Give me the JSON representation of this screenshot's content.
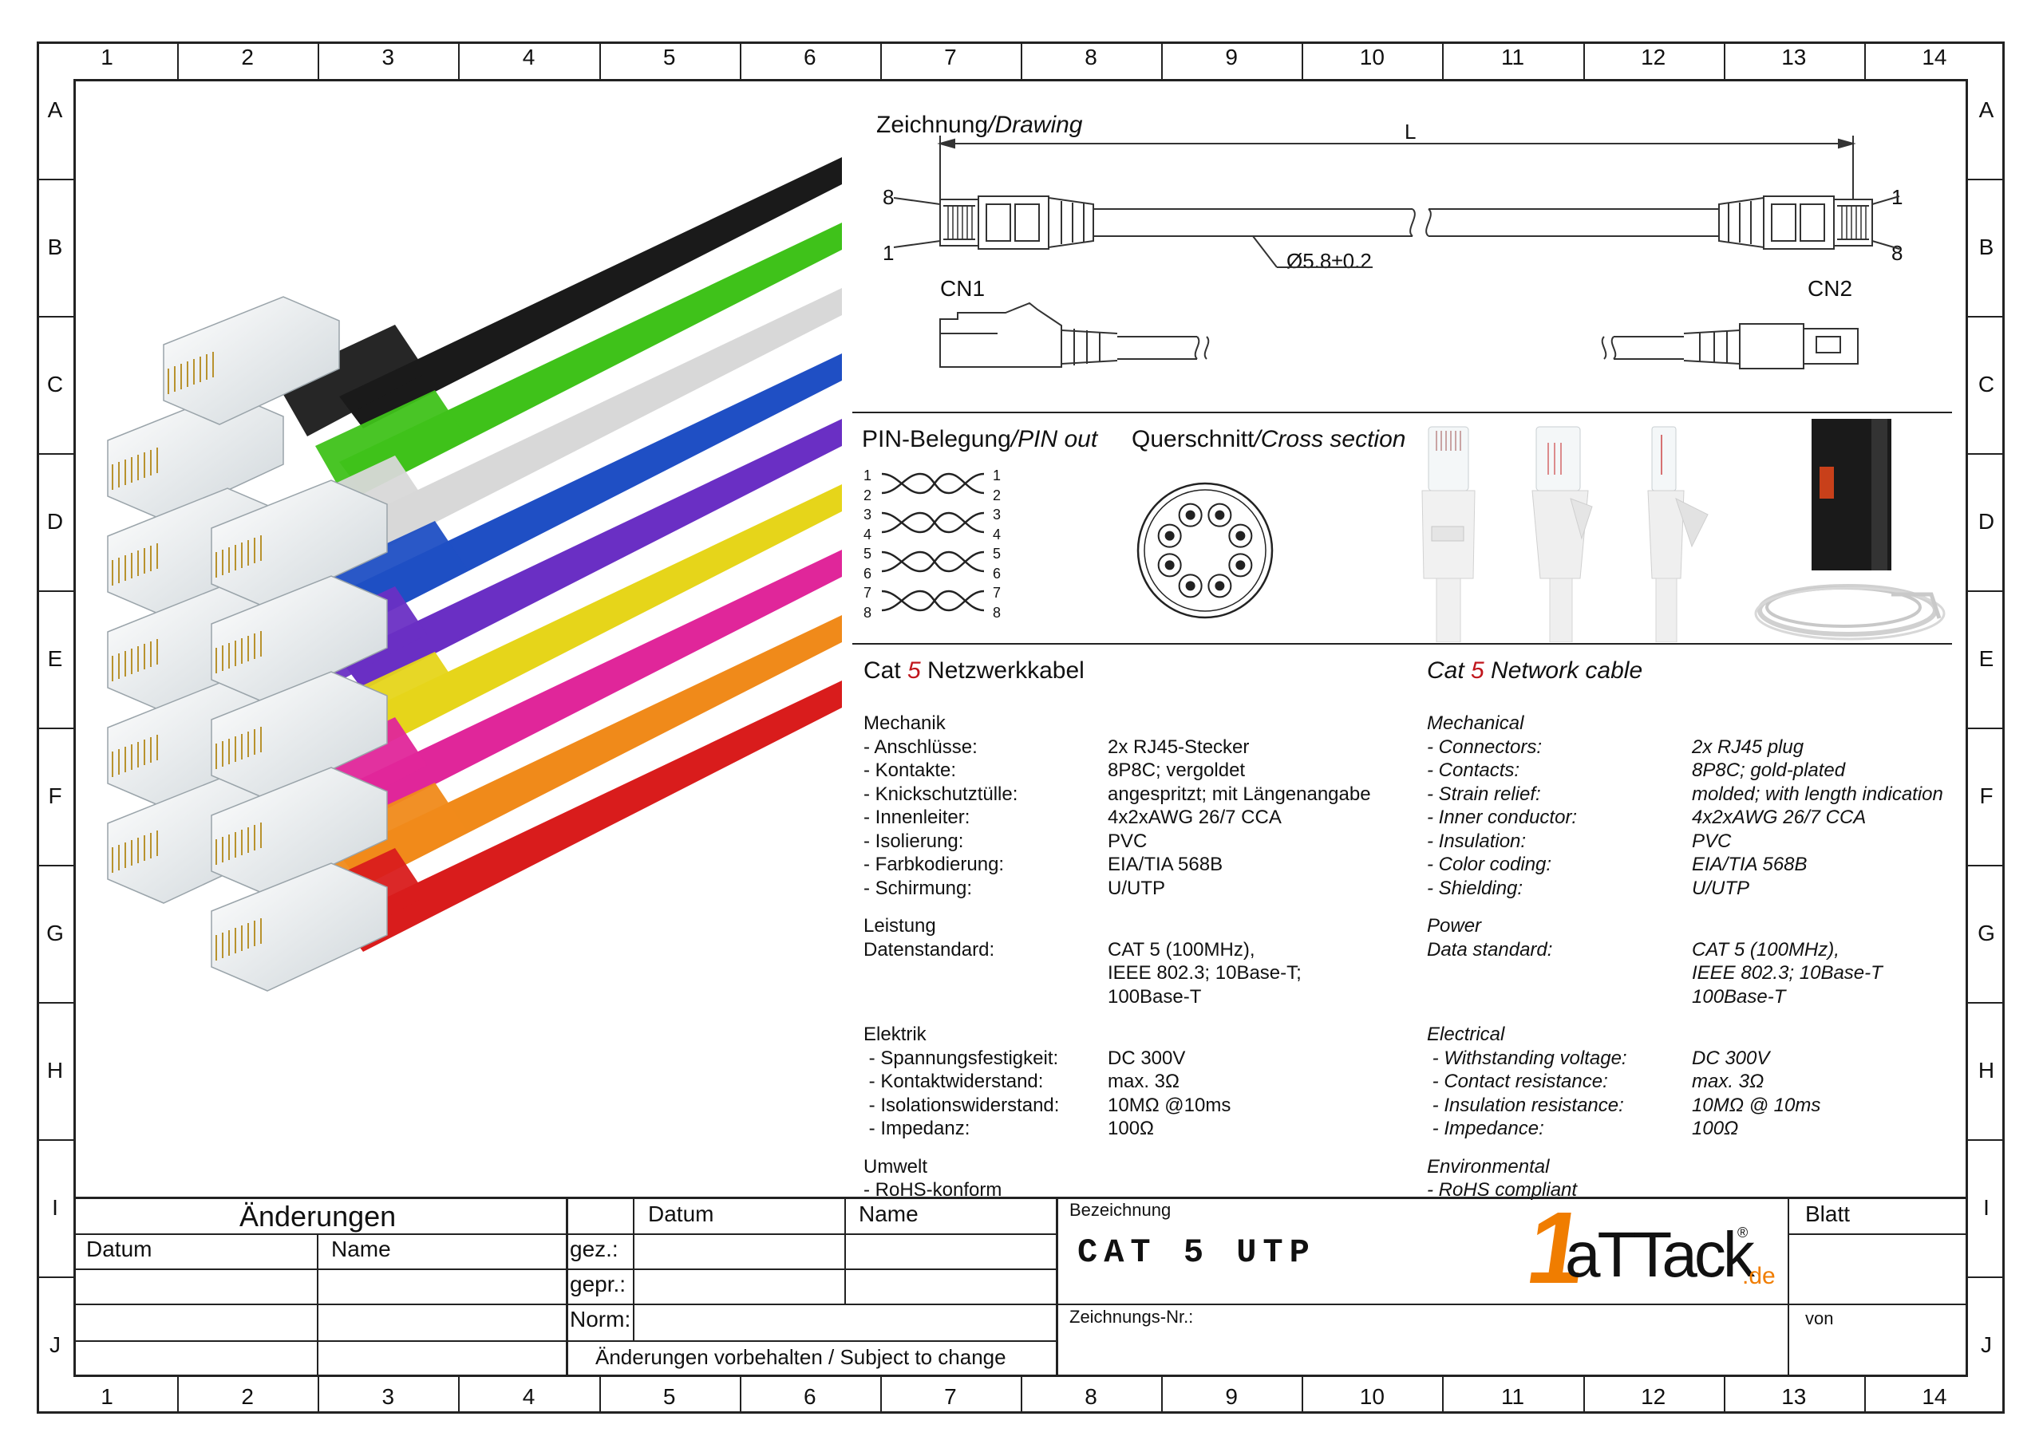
{
  "grid": {
    "columns": [
      "1",
      "2",
      "3",
      "4",
      "5",
      "6",
      "7",
      "8",
      "9",
      "10",
      "11",
      "12",
      "13",
      "14"
    ],
    "rows": [
      "A",
      "B",
      "C",
      "D",
      "E",
      "F",
      "G",
      "H",
      "I",
      "J"
    ]
  },
  "drawing": {
    "title_de": "Zeichnung",
    "title_en": "/Drawing",
    "length_label": "L",
    "diameter_label": "Ø5.8±0.2",
    "cn1_label": "CN1",
    "cn2_label": "CN2",
    "pin8_left": "8",
    "pin1_left": "1",
    "pin1_right": "1",
    "pin8_right": "8"
  },
  "pinout": {
    "title_de": "PIN-Belegung",
    "title_en": "/PIN out",
    "pins": [
      "1",
      "2",
      "3",
      "4",
      "5",
      "6",
      "7",
      "8"
    ]
  },
  "cross_section": {
    "title_de": "Querschnitt",
    "title_en": "/Cross section"
  },
  "spec_de": {
    "title_prefix": "Cat ",
    "title_num": "5",
    "title_suffix": " Netzwerkkabel",
    "sections": [
      {
        "heading": "Mechanik",
        "rows": [
          [
            "- Anschlüsse:",
            "2x RJ45-Stecker"
          ],
          [
            "- Kontakte:",
            "8P8C; vergoldet"
          ],
          [
            "- Knickschutztülle:",
            "angespritzt; mit Längenangabe"
          ],
          [
            "- Innenleiter:",
            "4x2xAWG 26/7 CCA"
          ],
          [
            "- Isolierung:",
            "PVC"
          ],
          [
            "- Farbkodierung:",
            "EIA/TIA 568B"
          ],
          [
            "- Schirmung:",
            "U/UTP"
          ]
        ]
      },
      {
        "heading": "Leistung",
        "rows": [
          [
            "Datenstandard:",
            "CAT 5 (100MHz),"
          ],
          [
            "",
            "IEEE 802.3; 10Base-T;"
          ],
          [
            "",
            "100Base-T"
          ]
        ]
      },
      {
        "heading": "Elektrik",
        "rows": [
          [
            " - Spannungsfestigkeit:",
            "DC 300V"
          ],
          [
            " - Kontaktwiderstand:",
            "max. 3Ω"
          ],
          [
            " - Isolationswiderstand:",
            "10MΩ @10ms"
          ],
          [
            " - Impedanz:",
            "100Ω"
          ]
        ]
      },
      {
        "heading": "Umwelt",
        "rows": [
          [
            "- RoHS-konform",
            ""
          ]
        ]
      }
    ]
  },
  "spec_en": {
    "title_prefix": "Cat ",
    "title_num": "5",
    "title_suffix": " Network cable",
    "sections": [
      {
        "heading": "Mechanical",
        "rows": [
          [
            "- Connectors:",
            "2x RJ45 plug"
          ],
          [
            "- Contacts:",
            "8P8C; gold-plated"
          ],
          [
            "- Strain relief:",
            "molded; with length indication"
          ],
          [
            "- Inner conductor:",
            "4x2xAWG 26/7 CCA"
          ],
          [
            "- Insulation:",
            "PVC"
          ],
          [
            "- Color coding:",
            "EIA/TIA 568B"
          ],
          [
            "- Shielding:",
            "U/UTP"
          ]
        ]
      },
      {
        "heading": "Power",
        "rows": [
          [
            "Data standard:",
            "CAT 5 (100MHz),"
          ],
          [
            "",
            "IEEE 802.3; 10Base-T"
          ],
          [
            "",
            "100Base-T"
          ]
        ]
      },
      {
        "heading": "Electrical",
        "rows": [
          [
            " - Withstanding voltage:",
            "DC 300V"
          ],
          [
            " - Contact resistance:",
            "max. 3Ω"
          ],
          [
            " - Insulation resistance:",
            "10MΩ @ 10ms"
          ],
          [
            " - Impedance:",
            "100Ω"
          ]
        ]
      },
      {
        "heading": "Environmental",
        "rows": [
          [
            "- RoHS compliant",
            ""
          ]
        ]
      }
    ]
  },
  "title_block": {
    "changes_heading": "Änderungen",
    "col_datum": "Datum",
    "col_name": "Name",
    "gez": "gez.:",
    "gepr": "gepr.:",
    "norm": "Norm:",
    "datum2": "Datum",
    "name2": "Name",
    "subject_to_change": "Änderungen vorbehalten / Subject to change",
    "bezeichnung_label": "Bezeichnung",
    "bezeichnung_value": "CAT 5 UTP",
    "zeichnungs_nr_label": "Zeichnungs-Nr.:",
    "blatt_label": "Blatt",
    "von_label": "von",
    "logo_one": "1",
    "logo_text": "aTTack",
    "logo_reg": "®",
    "logo_de": ".de"
  },
  "cable_colors": [
    "#1a1a1a",
    "#3fc21a",
    "#d8d8d8",
    "#1f4fc4",
    "#6a2fc4",
    "#e6d51a",
    "#e0269a",
    "#f08a1a",
    "#d91c1c"
  ],
  "colors": {
    "accent_red": "#c0161c",
    "logo_orange": "#f07d00"
  }
}
